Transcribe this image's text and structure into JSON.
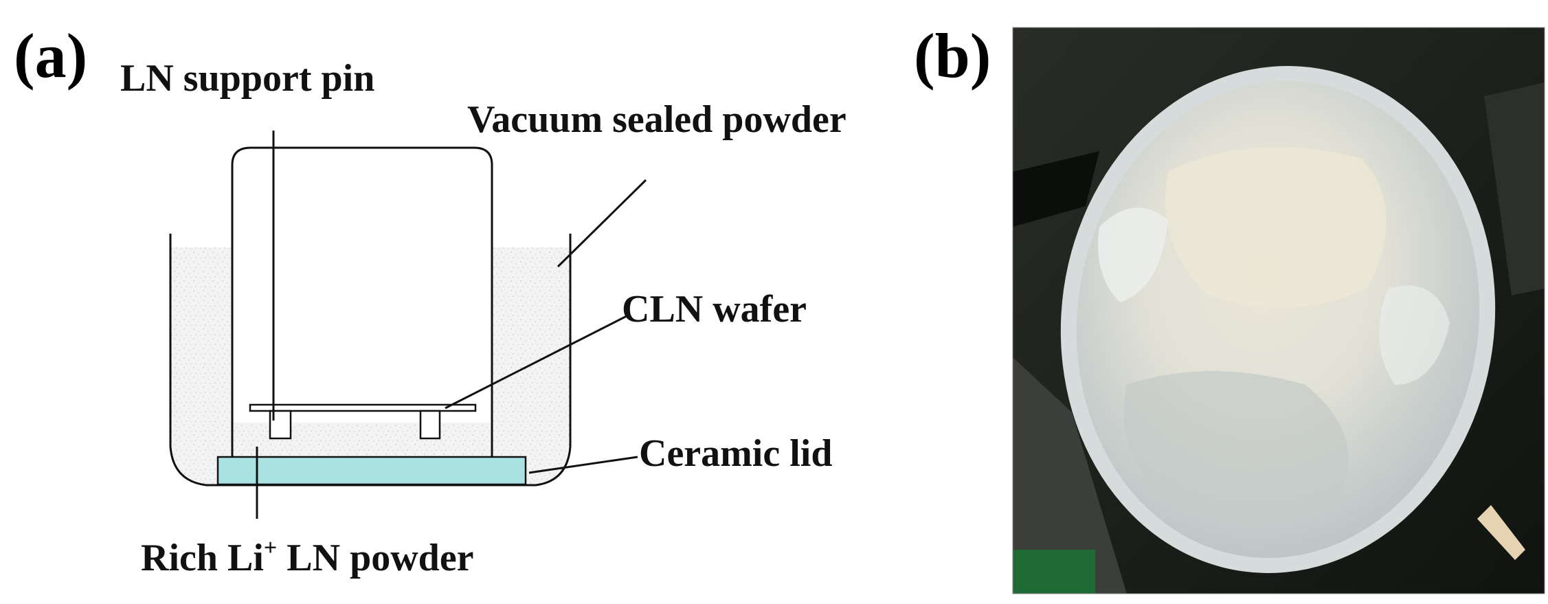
{
  "panels": {
    "a": {
      "letter": "(a)"
    },
    "b": {
      "letter": "(b)"
    }
  },
  "labels": {
    "support_pin": "LN support pin",
    "vacuum_powder": "Vacuum sealed powder",
    "cln_wafer": "CLN wafer",
    "ceramic_lid": "Ceramic lid",
    "rich_powder_prefix": "Rich Li",
    "rich_powder_sup": "+",
    "rich_powder_suffix": " LN powder"
  },
  "colors": {
    "lid": "#a9e2e0",
    "powder": "#ececec",
    "photo_bg": "#1d211c",
    "photo_plate": "#d9dcdc"
  }
}
